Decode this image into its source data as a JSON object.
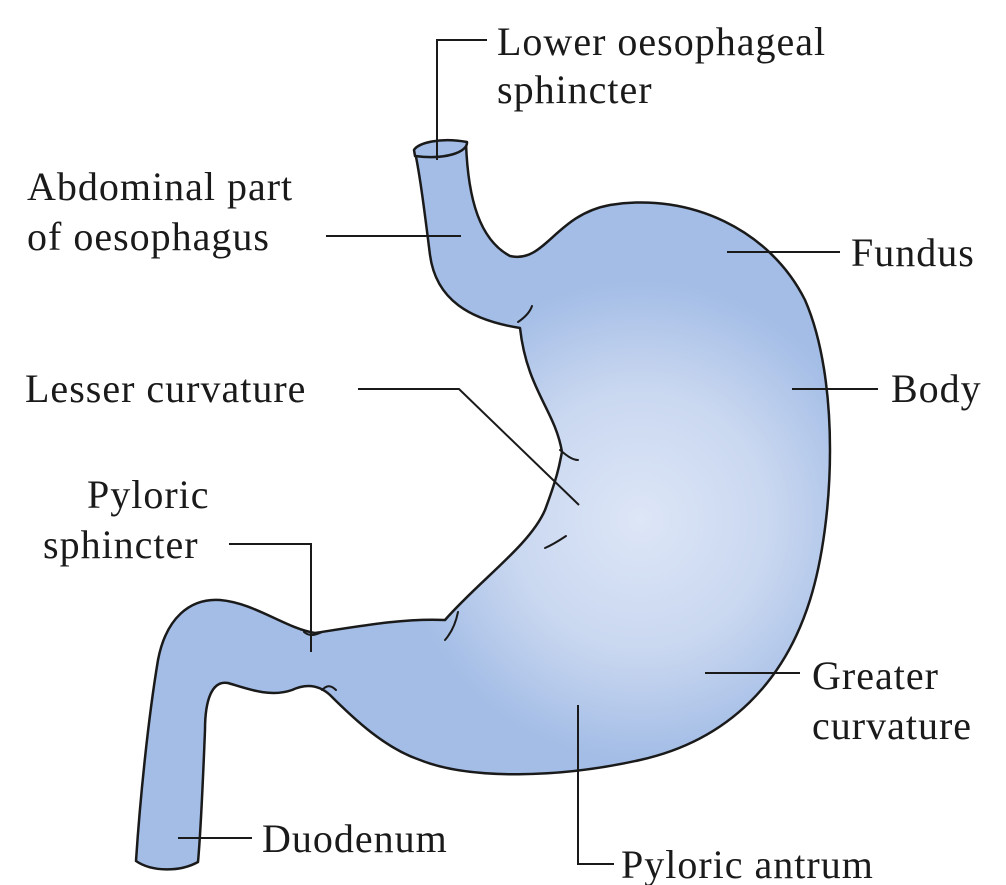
{
  "colors": {
    "organ_fill": "#a3bde6",
    "organ_highlight": "#dde6f7",
    "outline": "#1a1a1a",
    "background": "#ffffff"
  },
  "labels": {
    "lower_oesophageal_sphincter": [
      "Lower oesophageal",
      "sphincter"
    ],
    "abdominal_part": [
      "Abdominal part",
      "of oesophagus"
    ],
    "fundus": "Fundus",
    "lesser_curvature": "Lesser curvature",
    "body": "Body",
    "pyloric_sphincter": [
      "Pyloric",
      "sphincter"
    ],
    "greater_curvature": [
      "Greater",
      "curvature"
    ],
    "duodenum": "Duodenum",
    "pyloric_antrum": "Pyloric antrum"
  }
}
